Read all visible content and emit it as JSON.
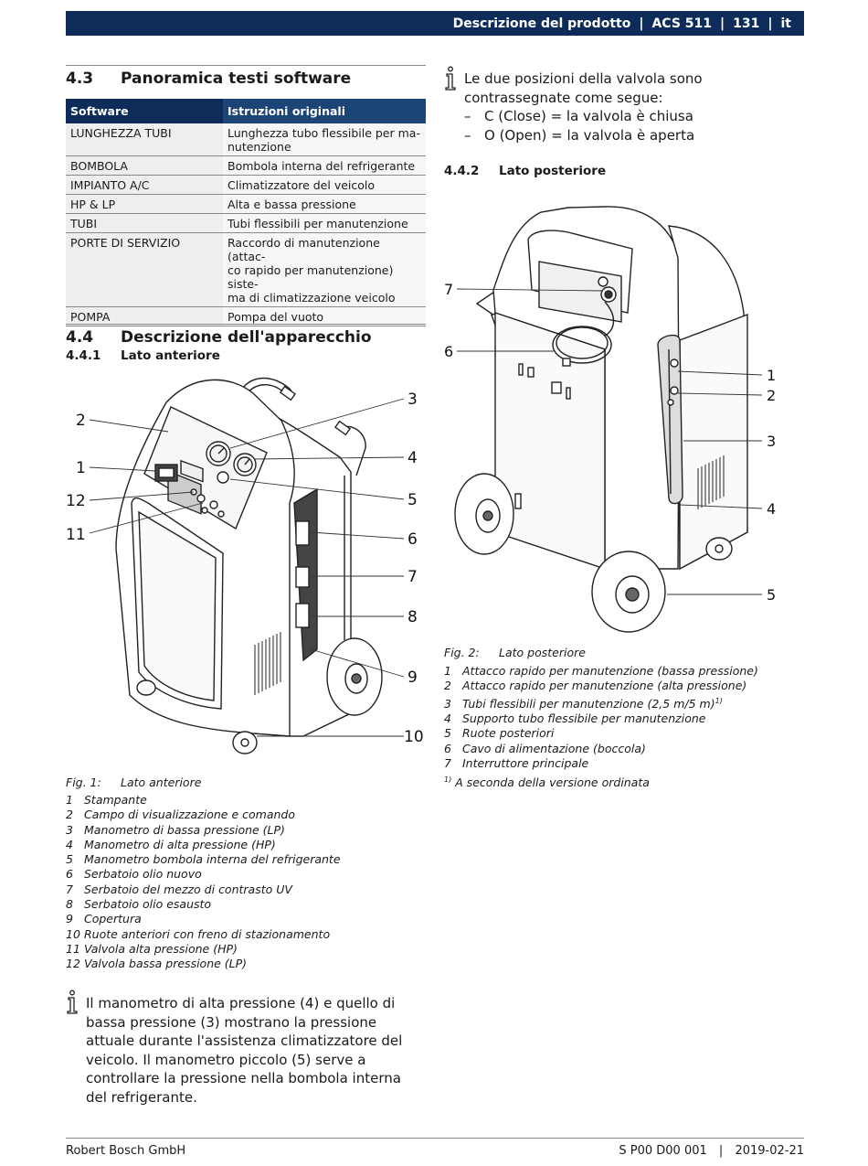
{
  "header": {
    "section": "Descrizione del prodotto",
    "product": "ACS 511",
    "page": "131",
    "lang": "it"
  },
  "sec43": {
    "num": "4.3",
    "title": "Panoramica testi software",
    "table": {
      "headers": [
        "Software",
        "Istruzioni originali"
      ],
      "rows": [
        [
          "LUNGHEZZA TUBI",
          "Lunghezza tubo flessibile per ma-\nnutenzione"
        ],
        [
          "BOMBOLA",
          "Bombola interna del refrigerante"
        ],
        [
          "IMPIANTO A/C",
          "Climatizzatore del veicolo"
        ],
        [
          "HP & LP",
          "Alta e bassa pressione"
        ],
        [
          "TUBI",
          "Tubi flessibili per manutenzione"
        ],
        [
          "PORTE DI SERVIZIO",
          "Raccordo di manutenzione (attac-\nco rapido per manutenzione) siste-\nma di climatizzazione veicolo"
        ],
        [
          "POMPA",
          "Pompa del vuoto"
        ]
      ]
    }
  },
  "sec44": {
    "num": "4.4",
    "title": "Descrizione dell'apparecchio",
    "sub_num": "4.4.1",
    "sub_title": "Lato anteriore"
  },
  "fig1": {
    "callouts": [
      "1",
      "2",
      "3",
      "4",
      "5",
      "6",
      "7",
      "8",
      "9",
      "10",
      "11",
      "12"
    ],
    "caption_label": "Fig. 1:",
    "caption_text": "Lato anteriore",
    "legend": [
      [
        "1",
        "Stampante"
      ],
      [
        "2",
        "Campo di visualizzazione e comando"
      ],
      [
        "3",
        "Manometro di bassa pressione (LP)"
      ],
      [
        "4",
        "Manometro di alta pressione (HP)"
      ],
      [
        "5",
        "Manometro bombola interna del refrigerante"
      ],
      [
        "6",
        "Serbatoio olio nuovo"
      ],
      [
        "7",
        "Serbatoio del mezzo di contrasto UV"
      ],
      [
        "8",
        "Serbatoio olio esausto"
      ],
      [
        "9",
        "Copertura"
      ],
      [
        "10",
        "Ruote anteriori con freno di stazionamento"
      ],
      [
        "11",
        "Valvola alta pressione (HP)"
      ],
      [
        "12",
        "Valvola bassa pressione (LP)"
      ]
    ]
  },
  "note_left": "Il manometro di alta pressione (4) e quello di bassa pressione (3) mostrano la pressione attuale durante l'assistenza climatizzatore del veicolo. Il manometro piccolo (5) serve a controllare la pressione nella bombola interna del refrigerante.",
  "note_right": {
    "intro": "Le due posizioni della valvola sono contrassegnate come segue:",
    "items": [
      "C (Close) = la valvola è chiusa",
      "O (Open) = la valvola è aperta"
    ]
  },
  "sec442": {
    "num": "4.4.2",
    "title": "Lato posteriore"
  },
  "fig2": {
    "callouts": [
      "1",
      "2",
      "3",
      "4",
      "5",
      "6",
      "7"
    ],
    "caption_label": "Fig. 2:",
    "caption_text": "Lato posteriore",
    "legend": [
      [
        "1",
        "Attacco rapido per manutenzione (bassa pressione)"
      ],
      [
        "2",
        "Attacco rapido per manutenzione (alta pressione)"
      ],
      [
        "3",
        "Tubi flessibili per manutenzione (2,5 m/5 m)"
      ],
      [
        "4",
        "Supporto tubo flessibile per manutenzione"
      ],
      [
        "5",
        "Ruote posteriori"
      ],
      [
        "6",
        "Cavo di alimentazione (boccola)"
      ],
      [
        "7",
        "Interruttore principale"
      ]
    ],
    "legend3_sup": "1)",
    "footnote_sup": "1)",
    "footnote": "A seconda della versione ordinata"
  },
  "footer": {
    "company": "Robert Bosch GmbH",
    "doc": "S P00 D00 001",
    "date": "2019-02-21"
  }
}
